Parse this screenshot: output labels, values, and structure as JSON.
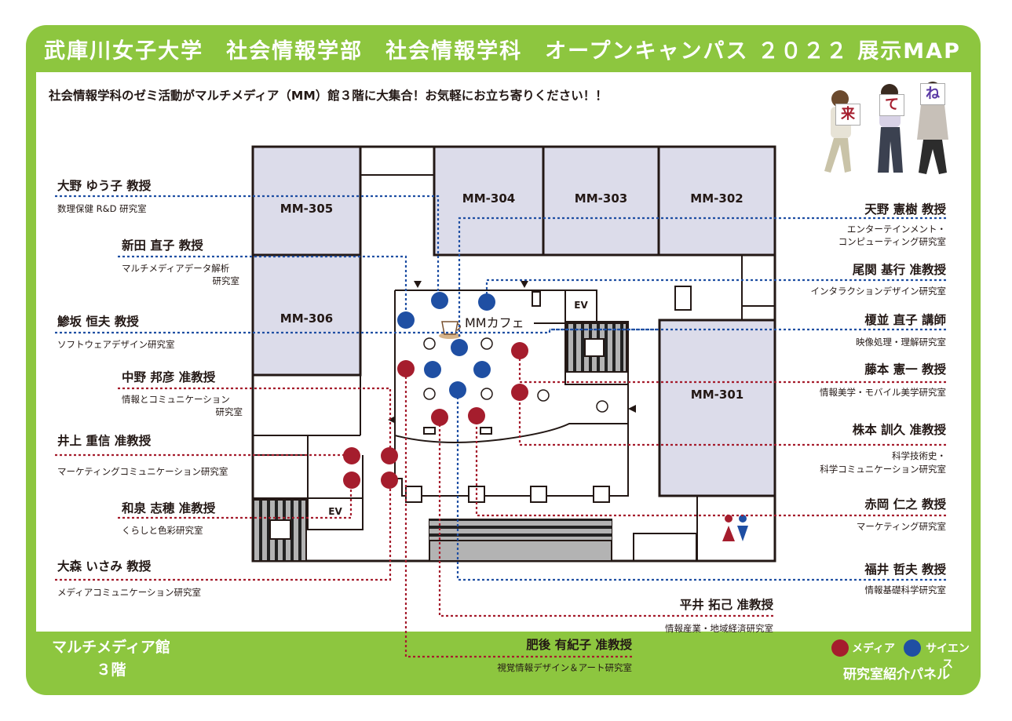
{
  "header": {
    "title": "武庫川女子大学　社会情報学部　社会情報学科　オープンキャンパス ２０２２ 展示MAP",
    "subtitle": "社会情報学科のゼミ活動がマルチメディア（MM）館３階に大集合！お気軽にお立ち寄りください！！"
  },
  "photo": {
    "cards": [
      "来",
      "て",
      "ね"
    ]
  },
  "floor_tab": {
    "line1": "マルチメディア館",
    "line2": "３階"
  },
  "legend": {
    "media_label": "メディア",
    "science_label": "サイエンス",
    "panel_label": "研究室紹介パネル",
    "media_color": "#a51d2d",
    "science_color": "#1f4fa3"
  },
  "rooms": {
    "mm305": "MM-305",
    "mm304": "MM-304",
    "mm303": "MM-303",
    "mm302": "MM-302",
    "mm306": "MM-306",
    "mm301": "MM-301",
    "ev1": "EV",
    "ev2": "EV",
    "cafe": "MMカフェ"
  },
  "left_profs": [
    {
      "name": "大野 ゆう子 教授",
      "lab": "数理保健 R&D 研究室"
    },
    {
      "name": "新田 直子 教授",
      "lab": "マルチメディアデータ解析",
      "lab2": "研究室"
    },
    {
      "name": "鯵坂 恒夫 教授",
      "lab": "ソフトウェアデザイン研究室"
    },
    {
      "name": "中野 邦彦 准教授",
      "lab": "情報とコミュニケーション",
      "lab2": "研究室"
    },
    {
      "name": "井上 重信 准教授",
      "lab": "マーケティングコミュニケーション研究室"
    },
    {
      "name": "和泉 志穂 准教授",
      "lab": "くらしと色彩研究室"
    },
    {
      "name": "大森 いさみ 教授",
      "lab": "メディアコミュニケーション研究室"
    }
  ],
  "right_profs": [
    {
      "name": "天野 憲樹 教授",
      "lab": "エンターテインメント・",
      "lab2": "コンピューティング研究室"
    },
    {
      "name": "尾関 基行 准教授",
      "lab": "インタラクションデザイン研究室"
    },
    {
      "name": "榎並 直子 講師",
      "lab": "映像処理・理解研究室"
    },
    {
      "name": "藤本 憲一 教授",
      "lab": "情報美学・モバイル美学研究室"
    },
    {
      "name": "株本 訓久 准教授",
      "lab": "科学技術史・",
      "lab2": "科学コミュニケーション研究室"
    },
    {
      "name": "赤岡 仁之 教授",
      "lab": "マーケティング研究室"
    },
    {
      "name": "福井 哲夫 教授",
      "lab": "情報基礎科学研究室"
    }
  ],
  "bottom_profs": [
    {
      "name": "平井 拓己 准教授",
      "lab": "情報産業・地域経済研究室"
    },
    {
      "name": "肥後 有紀子 准教授",
      "lab": "視覚情報デザイン＆アート研究室"
    }
  ]
}
